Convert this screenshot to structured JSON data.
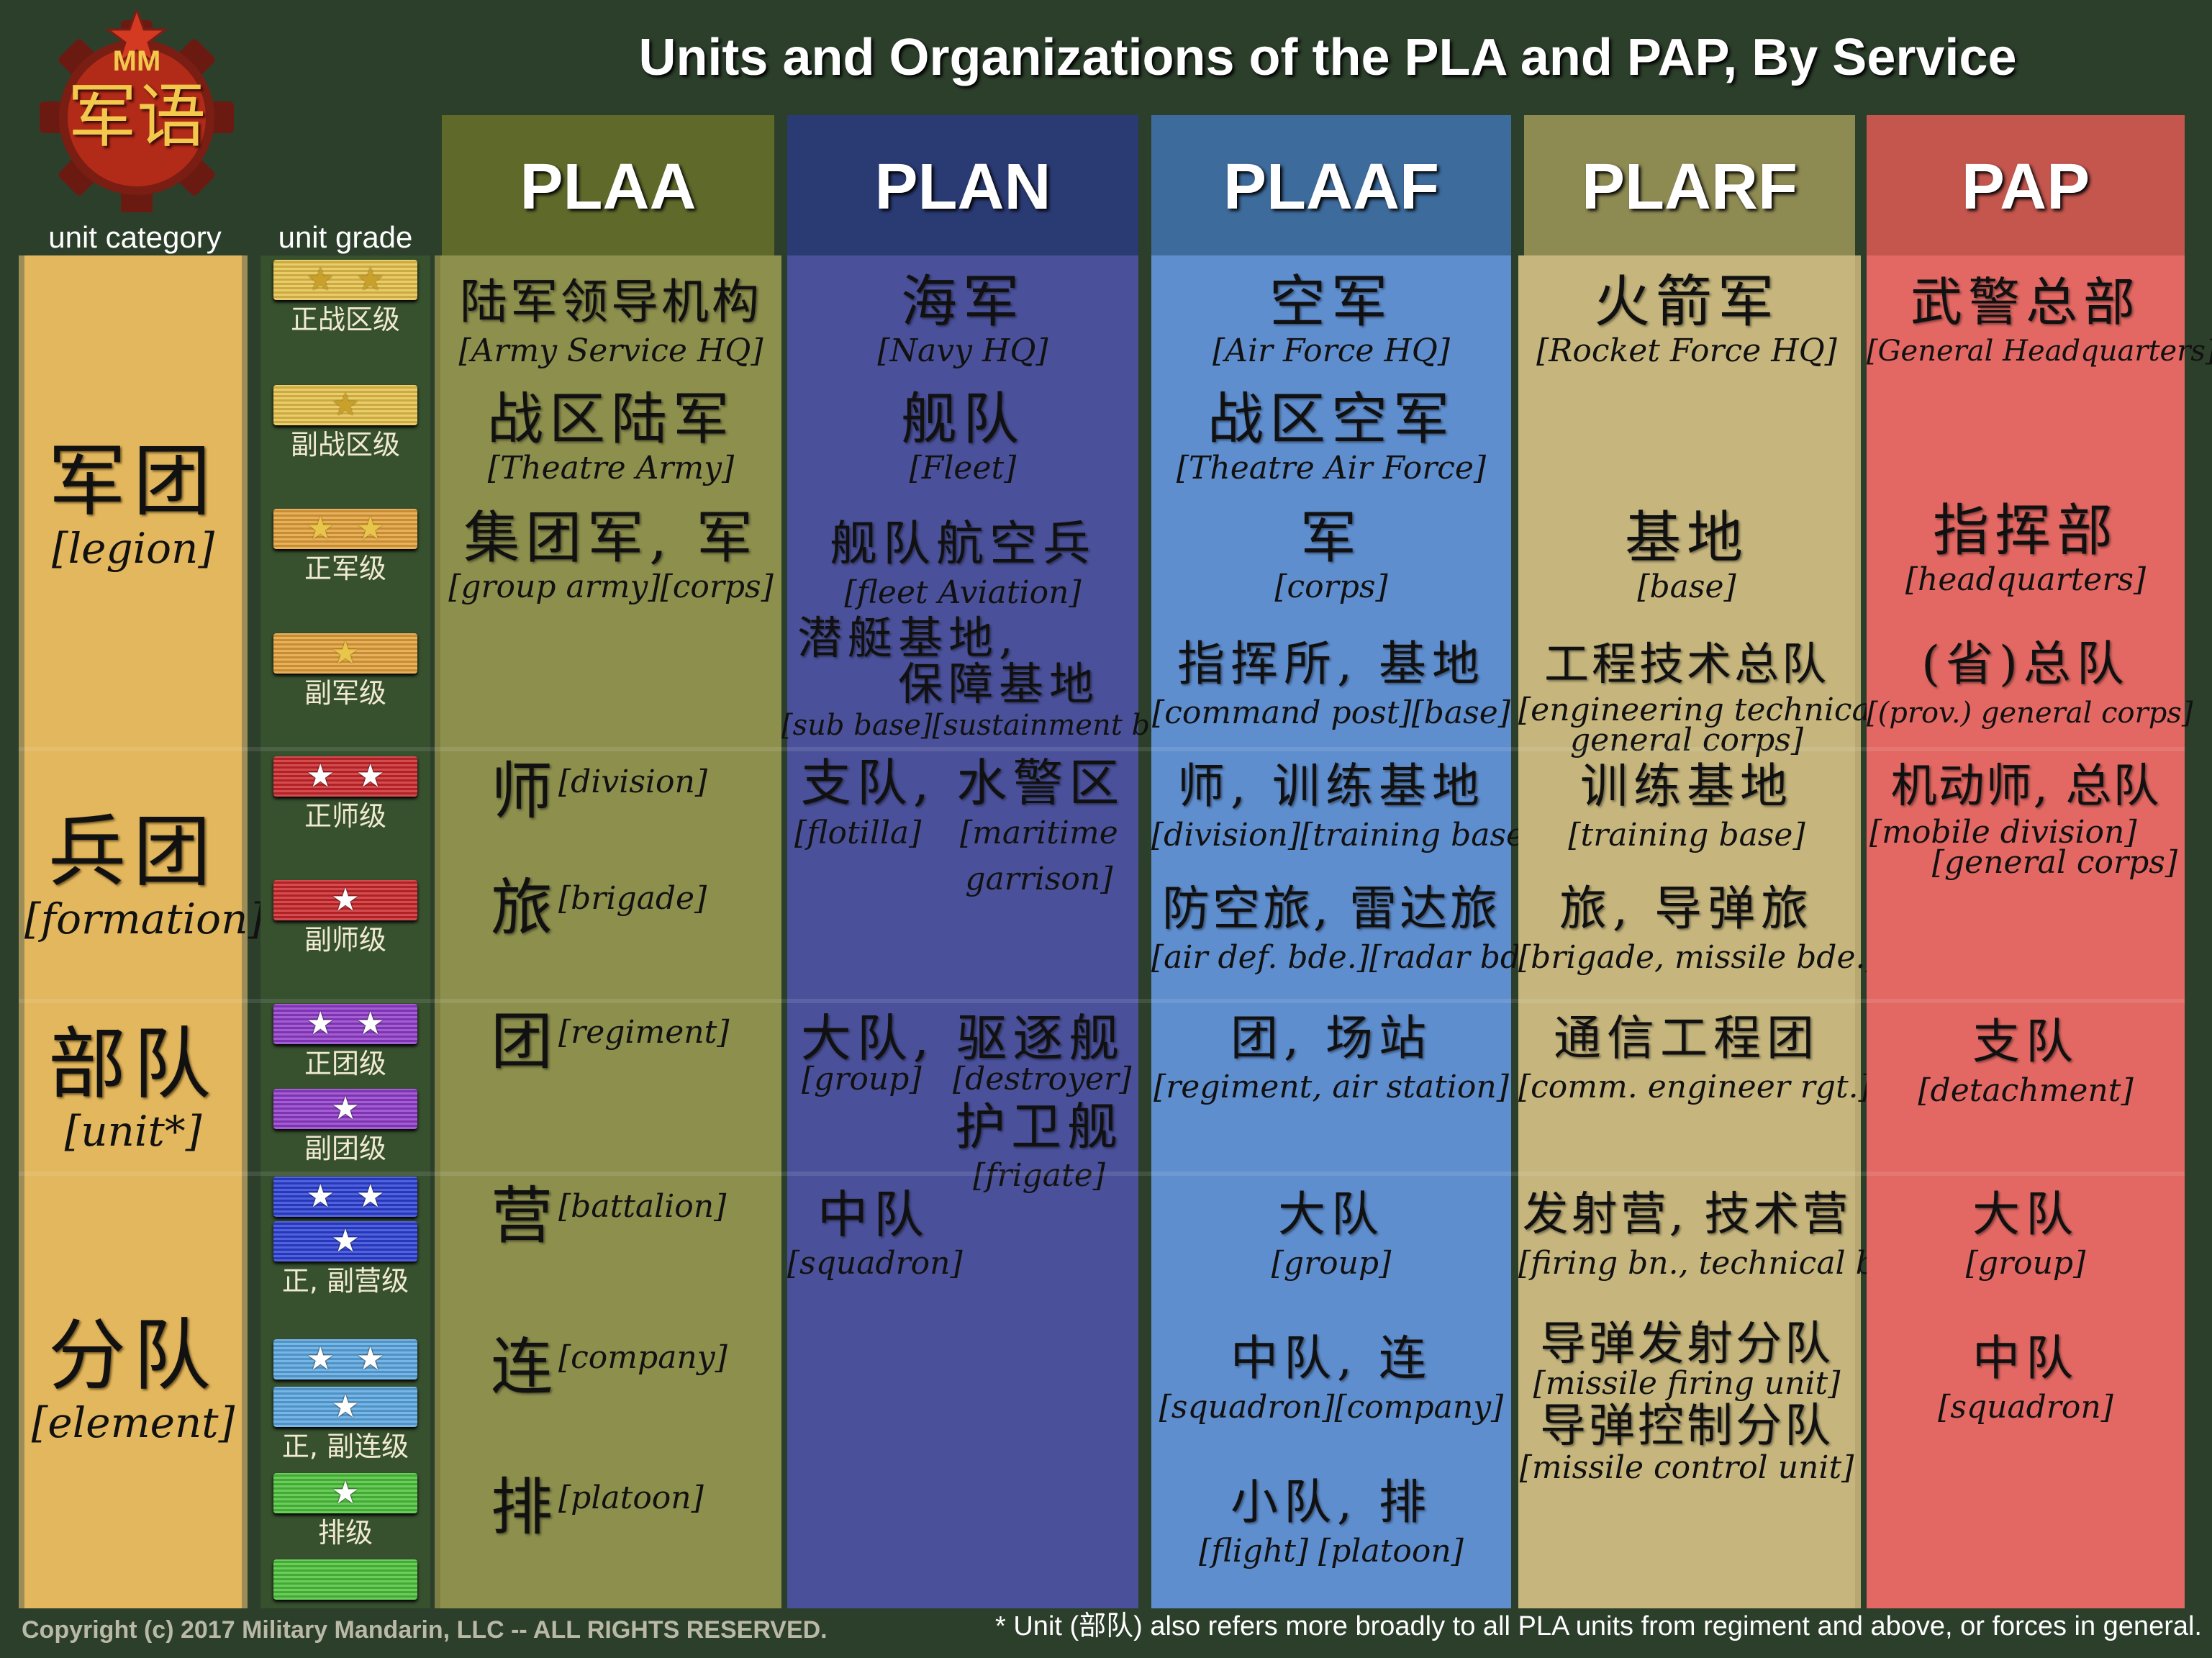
{
  "title": "Units and Organizations of the PLA and PAP, By Service",
  "logo": {
    "top": "MM",
    "text": "军语"
  },
  "labels": {
    "unit_category": "unit category",
    "unit_grade": "unit grade"
  },
  "colors": {
    "plaa": "#8d8f4d",
    "plan": "#4a519a",
    "plaaf": "#5f8ecf",
    "plarf": "#c6b67d",
    "pap": "#e36863",
    "category": "#e3b75d"
  },
  "services": [
    {
      "key": "plaa",
      "name": "PLAA"
    },
    {
      "key": "plan",
      "name": "PLAN"
    },
    {
      "key": "plaaf",
      "name": "PLAAF"
    },
    {
      "key": "plarf",
      "name": "PLARF"
    },
    {
      "key": "pap",
      "name": "PAP"
    }
  ],
  "categories": [
    {
      "zh": "军团",
      "en": "[legion]"
    },
    {
      "zh": "兵团",
      "en": "[formation]"
    },
    {
      "zh": "部队",
      "en": "[unit*]"
    },
    {
      "zh": "分队",
      "en": "[element]"
    }
  ],
  "grades": [
    {
      "stars": "★★",
      "label": "正战区级",
      "color": "#e6c24a",
      "star_color": "#c9a02a"
    },
    {
      "stars": "★",
      "label": "副战区级",
      "color": "#e6c24a",
      "star_color": "#c9a02a"
    },
    {
      "stars": "★★",
      "label": "正军级",
      "color": "#e3a03a",
      "star_color": "#e8c64a"
    },
    {
      "stars": "★",
      "label": "副军级",
      "color": "#e3a03a",
      "star_color": "#e8c64a"
    },
    {
      "stars": "★★",
      "label": "正师级",
      "color": "#c9262a",
      "star_color": "#ffffff"
    },
    {
      "stars": "★",
      "label": "副师级",
      "color": "#c9262a",
      "star_color": "#ffffff"
    },
    {
      "stars": "★★",
      "label": "正团级",
      "color": "#8f3bc9",
      "star_color": "#ffffff"
    },
    {
      "stars": "★",
      "label": "副团级",
      "color": "#8f3bc9",
      "star_color": "#ffffff"
    },
    {
      "stars": "★★",
      "label": "",
      "color": "#2b3fd4",
      "star_color": "#ffffff"
    },
    {
      "stars": "★",
      "label": "正, 副营级",
      "color": "#2b3fd4",
      "star_color": "#ffffff"
    },
    {
      "stars": "★★",
      "label": "",
      "color": "#5aa6e0",
      "star_color": "#ffffff"
    },
    {
      "stars": "★",
      "label": "正, 副连级",
      "color": "#5aa6e0",
      "star_color": "#ffffff"
    },
    {
      "stars": "★",
      "label": "排级",
      "color": "#4cc13a",
      "star_color": "#ffffff"
    },
    {
      "stars": "",
      "label": "",
      "color": "#4cc13a",
      "star_color": "#ffffff"
    }
  ],
  "plaa": {
    "hq_zh": "陆军领导机构",
    "hq_en": "[Army Service HQ]",
    "theatre_zh": "战区陆军",
    "theatre_en": "[Theatre Army]",
    "group_zh": "集团军, 军",
    "group_en": "[group army][corps]",
    "division_zh": "师",
    "division_en": "[division]",
    "brigade_zh": "旅",
    "brigade_en": "[brigade]",
    "regiment_zh": "团",
    "regiment_en": "[regiment]",
    "battalion_zh": "营",
    "battalion_en": "[battalion]",
    "company_zh": "连",
    "company_en": "[company]",
    "platoon_zh": "排",
    "platoon_en": "[platoon]"
  },
  "plan": {
    "hq_zh": "海军",
    "hq_en": "[Navy HQ]",
    "fleet_zh": "舰队",
    "fleet_en": "[Fleet]",
    "aviation_zh": "舰队航空兵",
    "aviation_en": "[fleet Aviation]",
    "base_zh1": "潜艇基地,",
    "base_zh2": "保障基地",
    "base_en": "[sub base][sustainment base]",
    "flotilla_zh": "支队, 水警区",
    "flotilla_en": "[flotilla]",
    "garrison_en1": "[maritime",
    "garrison_en2": "garrison]",
    "group_zh": "大队, 驱逐舰",
    "group_en": "[group]",
    "destroyer_en": "[destroyer]",
    "frigate_zh": "护卫舰",
    "frigate_en": "[frigate]",
    "squadron_zh": "中队",
    "squadron_en": "[squadron]"
  },
  "plaaf": {
    "hq_zh": "空军",
    "hq_en": "[Air Force HQ]",
    "theatre_zh": "战区空军",
    "theatre_en": "[Theatre Air Force]",
    "corps_zh": "军",
    "corps_en": "[corps]",
    "command_zh": "指挥所, 基地",
    "command_en": "[command post][base]",
    "division_zh": "师, 训练基地",
    "division_en": "[division][training base]",
    "airdef_zh": "防空旅, 雷达旅",
    "airdef_en": "[air def. bde.][radar bde.]",
    "regiment_zh": "团, 场站",
    "regiment_en": "[regiment, air station]",
    "group_zh": "大队",
    "group_en": "[group]",
    "squadron_zh": "中队, 连",
    "squadron_en": "[squadron][company]",
    "flight_zh": "小队, 排",
    "flight_en": "[flight] [platoon]"
  },
  "plarf": {
    "hq_zh": "火箭军",
    "hq_en": "[Rocket Force HQ]",
    "base_zh": "基地",
    "base_en": "[base]",
    "eng_zh": "工程技术总队",
    "eng_en1": "[engineering technical",
    "eng_en2": "general corps]",
    "training_zh": "训练基地",
    "training_en": "[training base]",
    "brigade_zh": "旅, 导弹旅",
    "brigade_en": "[brigade, missile bde.]",
    "comm_zh": "通信工程团",
    "comm_en": "[comm. engineer rgt.]",
    "firing_zh": "发射营, 技术营",
    "firing_en": "[firing bn., technical bn.]",
    "unit_zh": "导弹发射分队",
    "unit_en": "[missile firing unit]",
    "control_zh": "导弹控制分队",
    "control_en": "[missile control unit]"
  },
  "pap": {
    "hq_zh": "武警总部",
    "hq_en": "[General Headquarters]",
    "command_zh": "指挥部",
    "command_en": "[headquarters]",
    "prov_zh": "(省)总队",
    "prov_en": "[(prov.) general corps]",
    "mobile_zh": "机动师, 总队",
    "mobile_en1": "[mobile division]",
    "mobile_en2": "[general corps]",
    "detach_zh": "支队",
    "detach_en": "[detachment]",
    "group_zh": "大队",
    "group_en": "[group]",
    "squadron_zh": "中队",
    "squadron_en": "[squadron]"
  },
  "copyright": "Copyright (c) 2017 Military Mandarin, LLC -- ALL RIGHTS RESERVED.",
  "footnote": "* Unit (部队) also refers more broadly to all PLA units from regiment and above, or forces in general."
}
